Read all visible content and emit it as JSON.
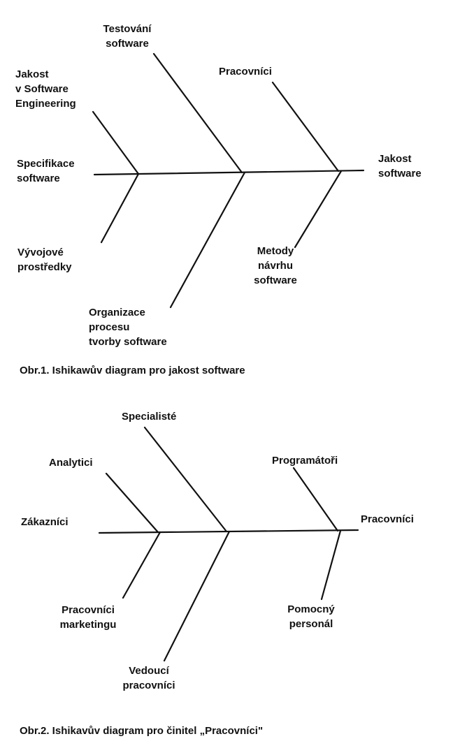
{
  "diagram1": {
    "effect": "Jakost\nsoftware",
    "causes": {
      "testovani": "Testování\nsoftware",
      "pracovnici": "Pracovníci",
      "jakost_se": "Jakost\nv Software\nEngineering",
      "specifikace": "Specifikace\nsoftware",
      "vyvojove": "Vývojové\nprostředky",
      "organizace": "Organizace\nprocesu\ntvorby software",
      "metody": "Metody\nnávrhu\nsoftware"
    },
    "caption": "Obr.1. Ishikawův diagram pro jakost software"
  },
  "diagram2": {
    "effect": "Pracovníci",
    "causes": {
      "specialiste": "Specialisté",
      "analytici": "Analytici",
      "zakaznici": "Zákazníci",
      "programatori": "Programátoři",
      "marketing": "Pracovníci\nmarketingu",
      "vedouci": "Vedoucí\npracovníci",
      "pomocny": "Pomocný\npersonál"
    },
    "caption": "Obr.2. Ishikavův diagram pro činitel „Pracovníci\""
  }
}
